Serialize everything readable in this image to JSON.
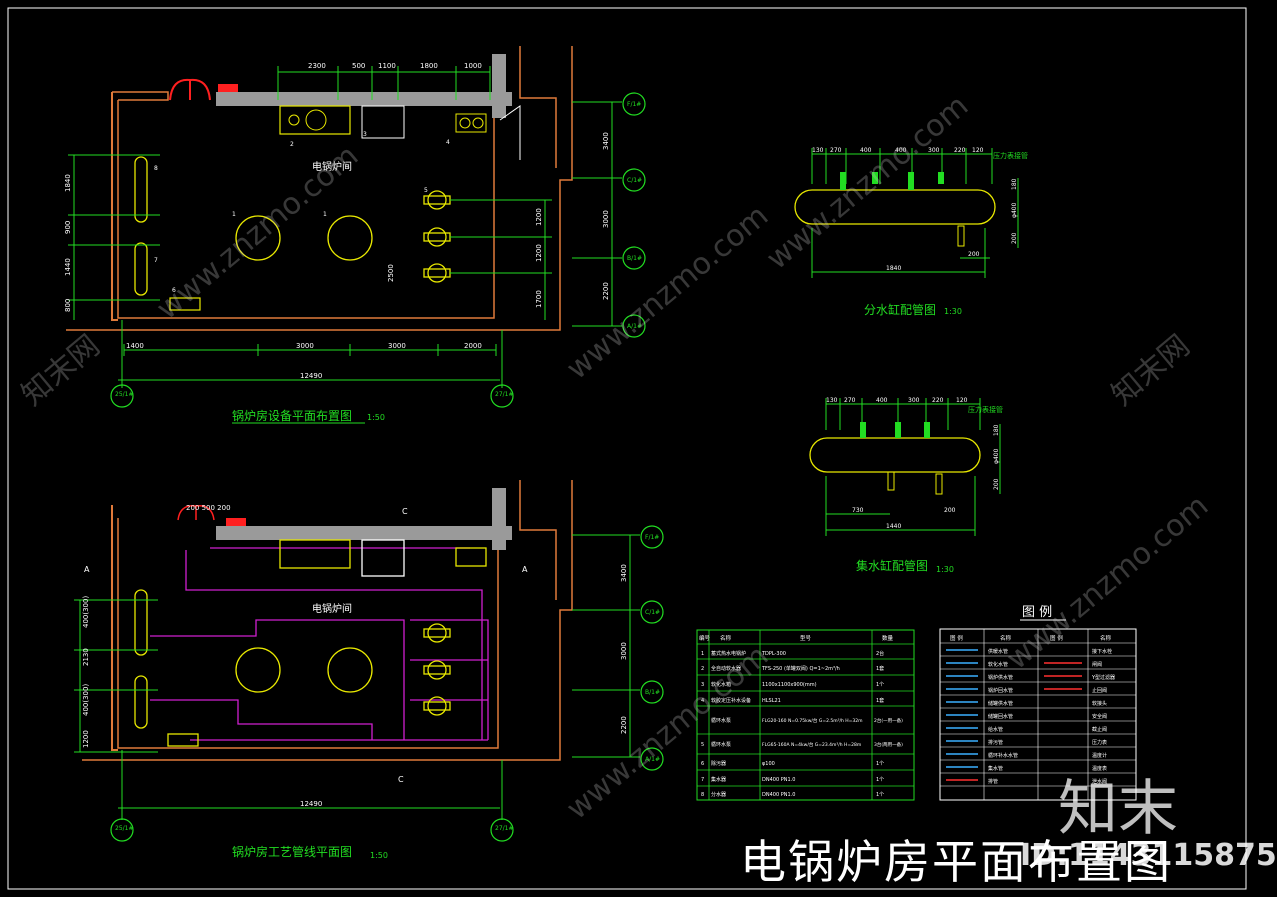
{
  "main_title": "电锅炉房平面布置图",
  "watermark": {
    "url": "www.znzmo.com",
    "brand": "知末网",
    "logo": "知末",
    "id": "ID:1143115875"
  },
  "colors": {
    "wall": "#e07a3a",
    "dim": "#22dd22",
    "equip": "#e8e800",
    "pipe": "#d020d0",
    "text": "#ffffff",
    "frame": "#ffffff"
  },
  "plan1": {
    "title": "锅炉房设备平面布置图",
    "scale": "1:50",
    "room": "电锅炉间",
    "top_dims": [
      "2300",
      "500",
      "1100",
      "1800",
      "1000"
    ],
    "bottom_dims": [
      "1400",
      "3000",
      "3000",
      "2000"
    ],
    "total": "12490",
    "left_dims": [
      "1840",
      "900",
      "1440",
      "800"
    ],
    "right_dims": [
      "1200",
      "1200",
      "2500",
      "1700"
    ],
    "right_axis_dims": [
      "3400",
      "3000",
      "2200"
    ],
    "axes_bottom": [
      "25/1#",
      "27/1#"
    ],
    "axes_right": [
      "F/1#",
      "C/1#",
      "B/1#",
      "A/1#"
    ],
    "tags": [
      "1",
      "1",
      "2",
      "3",
      "4",
      "5",
      "6",
      "7",
      "8"
    ]
  },
  "plan2": {
    "title": "锅炉房工艺管线平面图",
    "scale": "1:50",
    "room": "电锅炉间",
    "top_dims": "200 500 200",
    "total": "12490",
    "left_dims": [
      "400(300)",
      "2130",
      "400(300)",
      "1200"
    ],
    "right_axis_dims": [
      "3400",
      "3000",
      "2200"
    ],
    "axes_bottom": [
      "25/1#",
      "27/1#"
    ],
    "axes_right": [
      "F/1#",
      "C/1#",
      "B/1#",
      "A/1#"
    ],
    "section_marks": [
      "A",
      "C",
      "C",
      "A"
    ]
  },
  "fen": {
    "title": "分水缸配管图",
    "scale": "1:30",
    "top_dims": [
      "130",
      "270",
      "400",
      "400",
      "300",
      "220",
      "120"
    ],
    "note": "压力表接管",
    "bottom": "1840",
    "right": [
      "180",
      "φ400",
      "200"
    ],
    "small": "200"
  },
  "ji": {
    "title": "集水缸配管图",
    "scale": "1:30",
    "top_dims": [
      "130",
      "270",
      "400",
      "300",
      "220",
      "120"
    ],
    "note": "压力表接管",
    "bottom": [
      "730",
      "1440"
    ],
    "right": [
      "180",
      "φ400",
      "200"
    ],
    "small": "200"
  },
  "equipment_table": {
    "headers": [
      "编号",
      "名称",
      "型号",
      "数量"
    ],
    "rows": [
      [
        "1",
        "蓄式热水电锅炉",
        "TDPL-300",
        "2台"
      ],
      [
        "2",
        "全自动软水器",
        "TFS-250 (单罐双阀)  Q=1~2m³/h",
        "1套"
      ],
      [
        "3",
        "软化水箱",
        "1100x1100x900(mm)",
        "1个"
      ],
      [
        "4",
        "软胶定压补水设备",
        "HLSL21",
        "1套"
      ],
      [
        "",
        "循环水泵",
        "FLG20-160  N=0.75kw/台 G=2.5m³/h H=32m",
        "2台(一用一备)"
      ],
      [
        "5",
        "循环水泵",
        "FLG65-160A  N=4kw/台 G=23.4m³/h H=28m",
        "3台(两用一备)"
      ],
      [
        "6",
        "除污器",
        "φ100",
        "1个"
      ],
      [
        "7",
        "集水器",
        "DN400  PN1.0",
        "1个"
      ],
      [
        "8",
        "分水器",
        "DN400  PN1.0",
        "1个"
      ]
    ]
  },
  "legend": {
    "title": "图 例",
    "headers": [
      "图 例",
      "名称",
      "图 例",
      "名称"
    ],
    "left": [
      "供暖水管",
      "软化水管",
      "锅炉供水管",
      "锅炉回水管",
      "储罐供水管",
      "储罐回水管",
      "给水管",
      "排污管",
      "循环补水水管",
      "集水管",
      "排管"
    ],
    "right": [
      "接下水栓",
      "闸阀",
      "Y型过滤器",
      "止回阀",
      "软接头",
      "安全阀",
      "截止阀",
      "压力表",
      "温度计",
      "温度表",
      "泄水阀"
    ]
  }
}
